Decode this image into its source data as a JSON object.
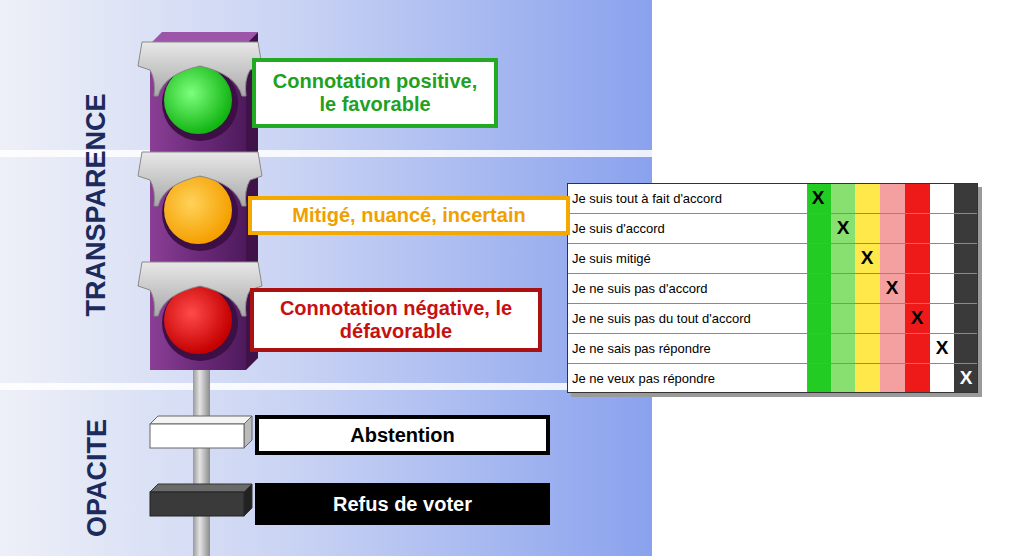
{
  "diagram": {
    "nodes": [
      {
        "text": [
          "Connotation positive, le favorable"
        ]
      },
      {
        "text": [
          "Mitigé, nuancé, incertain"
        ]
      },
      {
        "text": [
          "Connotation négative, le défavorable"
        ]
      },
      {
        "text": [
          "Abstention"
        ]
      },
      {
        "text": [
          "Refus de voter"
        ]
      }
    ],
    "labels": [
      "TRANSPARENCE",
      "OPACITE",
      "Je suis tout à fait d'accord",
      "X",
      "Je suis d'accord",
      "X",
      "Je suis mitigé",
      "X",
      "Je ne suis pas d'accord",
      "X",
      "Je ne suis pas du tout d'accord",
      "X",
      "Je ne sais pas répondre",
      "X",
      "Je ne veux pas répondre",
      "X"
    ]
  }
}
